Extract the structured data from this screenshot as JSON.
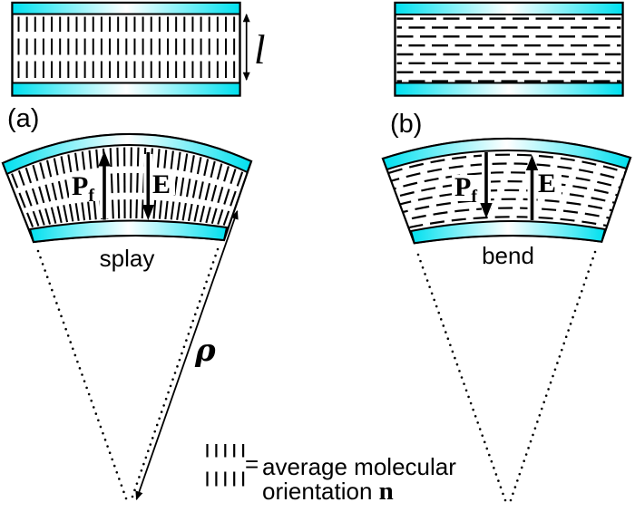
{
  "figure": {
    "background": "#ffffff",
    "ink": "#000000",
    "electrode_color": "#00e0ef",
    "panel_a": {
      "tag": "(a)",
      "deformation": "splay",
      "polarization_symbol": "P",
      "polarization_subscript": "f",
      "field_symbol": "E"
    },
    "panel_b": {
      "tag": "(b)",
      "deformation": "bend",
      "polarization_symbol": "P",
      "polarization_subscript": "f",
      "field_symbol": "E"
    },
    "cell_thickness_symbol": "l",
    "radius_of_curvature_symbol": "ρ",
    "legend": {
      "equals_sign": "=",
      "text_line1": "average molecular",
      "text_line2": "orientation ",
      "director_symbol": "n"
    }
  }
}
